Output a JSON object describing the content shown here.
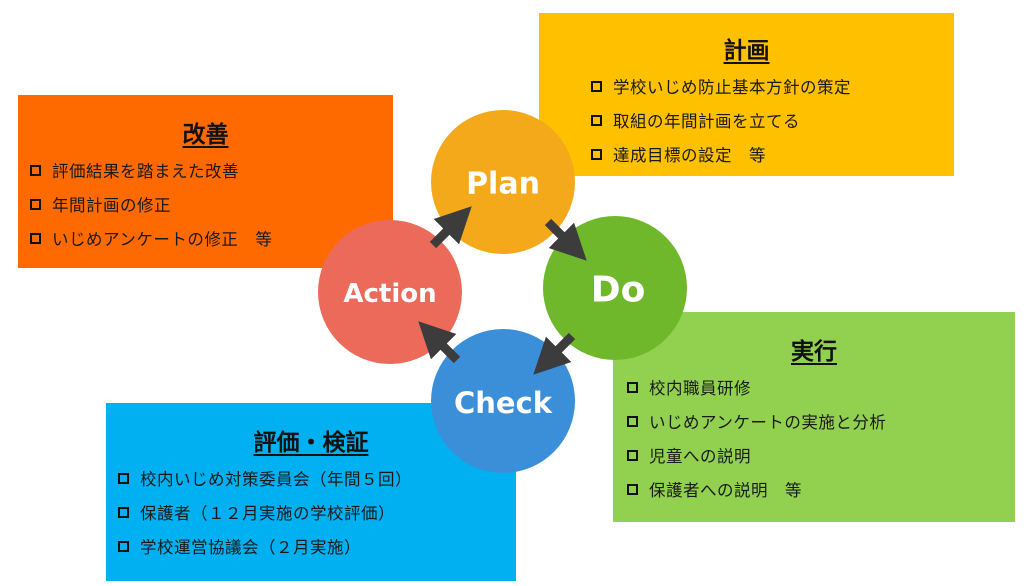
{
  "colors": {
    "plan": "#f4a91b",
    "do": "#6fb82c",
    "check": "#3a8fd8",
    "action": "#ec6a5a",
    "arrow": "#3c3c3c",
    "box_plan": "#ffc000",
    "box_kaizen": "#ff6a00",
    "box_jikko": "#92d050",
    "box_hyoka": "#00b0f0"
  },
  "cycle": {
    "plan": "Plan",
    "do": "Do",
    "check": "Check",
    "action": "Action"
  },
  "keikaku": {
    "title": "計画",
    "items": [
      "学校いじめ防止基本方針の策定",
      "取組の年間計画を立てる",
      "達成目標の設定　等"
    ]
  },
  "kaizen": {
    "title": "改善",
    "items": [
      "評価結果を踏まえた改善",
      "年間計画の修正",
      "いじめアンケートの修正　等"
    ]
  },
  "jikko": {
    "title": "実行",
    "items": [
      "校内職員研修",
      "いじめアンケートの実施と分析",
      "児童への説明",
      "保護者への説明　等"
    ]
  },
  "hyoka": {
    "title": "評価・検証",
    "items": [
      "校内いじめ対策委員会（年間５回）",
      "保護者（１２月実施の学校評価）",
      "学校運営協議会（２月実施）"
    ]
  }
}
